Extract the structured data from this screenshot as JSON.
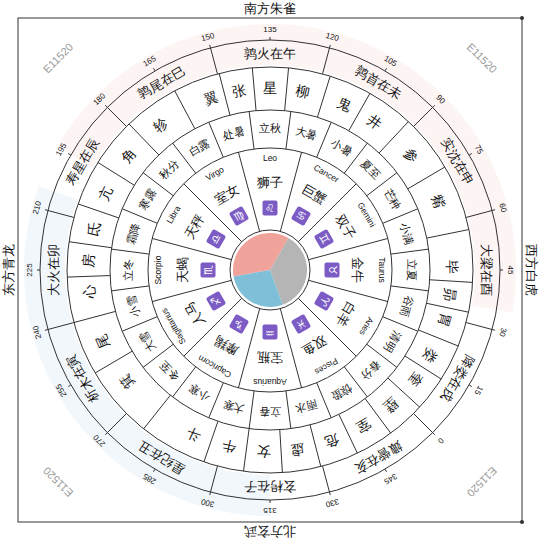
{
  "diagram": {
    "labels": [
      "南方朱雀",
      "西方白虎",
      "北方玄武",
      "东方青龙",
      "鹑火在午",
      "鹑首在未",
      "实沈在申",
      "大梁在酉",
      "降娄在戌",
      "娵訾在亥",
      "玄枵在子",
      "星纪在丑",
      "析木在寅",
      "大火在卯",
      "寿星在辰",
      "鹑尾在巳",
      "150",
      "135",
      "120",
      "105",
      "90",
      "75",
      "60",
      "45",
      "30",
      "15",
      "0",
      "345",
      "330",
      "315",
      "300",
      "285",
      "270",
      "255",
      "240",
      "225",
      "210",
      "195",
      "180",
      "165",
      "星",
      "柳",
      "鬼",
      "井",
      "参",
      "觜",
      "毕",
      "昴",
      "胃",
      "娄",
      "奎",
      "壁",
      "室",
      "危",
      "虚",
      "女",
      "牛",
      "斗",
      "箕",
      "尾",
      "心",
      "房",
      "氐",
      "亢",
      "角",
      "轸",
      "翼",
      "张",
      "立秋",
      "大暑",
      "小暑",
      "夏至",
      "芒种",
      "小满",
      "立夏",
      "谷雨",
      "清明",
      "春分",
      "惊蛰",
      "雨水",
      "立春",
      "大寒",
      "小寒",
      "冬至",
      "大雪",
      "小雪",
      "立冬",
      "霜降",
      "寒露",
      "秋分",
      "白露",
      "处暑",
      "Leo",
      "Cancer",
      "Gemini",
      "Taurus",
      "Aries",
      "Pisces",
      "Aquarius",
      "Capricorn",
      "Sagittarius",
      "Scorpio",
      "Libra",
      "Virgo",
      "狮子",
      "巨蟹",
      "双子",
      "金牛",
      "白羊",
      "双鱼",
      "宝瓶",
      "摩羯",
      "人马",
      "天蝎",
      "天秤",
      "室女",
      "♌",
      "♋",
      "♊",
      "♉",
      "♈",
      "♓",
      "♒",
      "♑",
      "♐",
      "♏",
      "♎",
      "♍",
      "E11520",
      "E11520",
      "E11520",
      "E11520"
    ]
  }
}
